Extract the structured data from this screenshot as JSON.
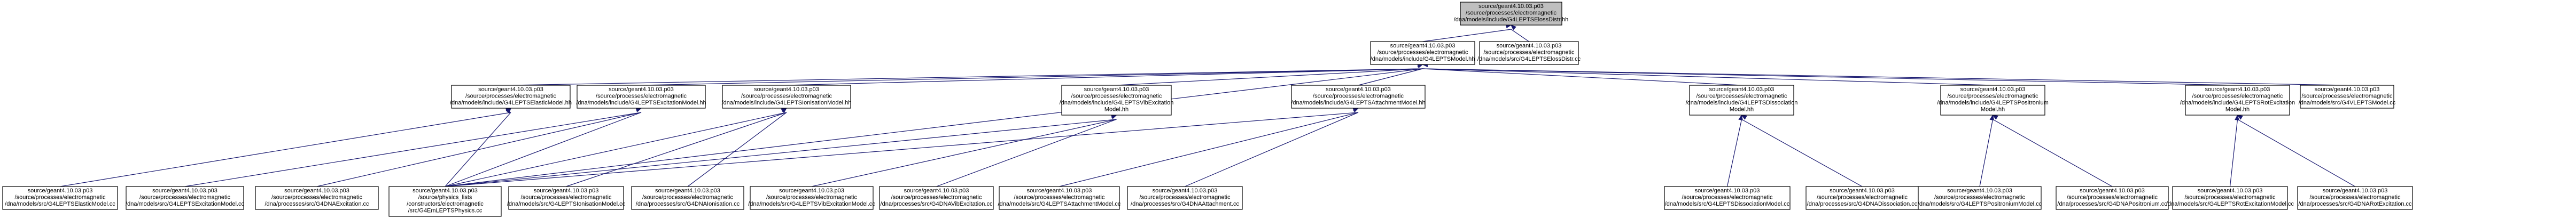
{
  "diagram": {
    "type": "include-dependency-graph",
    "colors": {
      "edge": "#191970",
      "node_border": "#000000",
      "node_fill": "#ffffff",
      "root_fill": "#bfbfbf"
    },
    "nodes": [
      {
        "id": "n0",
        "level": 0,
        "lines": [
          "source/geant4.10.03.p03",
          "/source/processes/electromagnetic",
          "/dna/models/include/G4LEPTSElossDistr.hh"
        ]
      },
      {
        "id": "n1",
        "level": 1,
        "lines": [
          "source/geant4.10.03.p03",
          "/source/processes/electromagnetic",
          "/dna/models/include/G4LEPTSModel.hh"
        ]
      },
      {
        "id": "n2",
        "level": 1,
        "lines": [
          "source/geant4.10.03.p03",
          "/source/processes/electromagnetic",
          "/dna/models/src/G4LEPTSElossDistr.cc"
        ]
      },
      {
        "id": "n3",
        "level": 2,
        "lines": [
          "source/geant4.10.03.p03",
          "/source/processes/electromagnetic",
          "/dna/models/include/G4LEPTSElasticModel.hh"
        ]
      },
      {
        "id": "n4",
        "level": 2,
        "lines": [
          "source/geant4.10.03.p03",
          "/source/processes/electromagnetic",
          "/dna/models/include/G4LEPTSExcitationModel.hh"
        ]
      },
      {
        "id": "n5",
        "level": 2,
        "lines": [
          "source/geant4.10.03.p03",
          "/source/processes/electromagnetic",
          "/dna/models/include/G4LEPTSIonisationModel.hh"
        ]
      },
      {
        "id": "n6",
        "level": 2,
        "lines": [
          "source/geant4.10.03.p03",
          "/source/processes/electromagnetic",
          "/dna/models/include/G4LEPTSVibExcitation",
          "Model.hh"
        ]
      },
      {
        "id": "n7",
        "level": 2,
        "lines": [
          "source/geant4.10.03.p03",
          "/source/processes/electromagnetic",
          "/dna/models/include/G4LEPTSAttachmentModel.hh"
        ]
      },
      {
        "id": "n8",
        "level": 2,
        "lines": [
          "source/geant4.10.03.p03",
          "/source/processes/electromagnetic",
          "/dna/models/include/G4LEPTSDissociation",
          "Model.hh"
        ]
      },
      {
        "id": "n9",
        "level": 2,
        "lines": [
          "source/geant4.10.03.p03",
          "/source/processes/electromagnetic",
          "/dna/models/include/G4LEPTSPositronium",
          "Model.hh"
        ]
      },
      {
        "id": "n10",
        "level": 2,
        "lines": [
          "source/geant4.10.03.p03",
          "/source/processes/electromagnetic",
          "/dna/models/include/G4LEPTSRotExcitation",
          "Model.hh"
        ]
      },
      {
        "id": "n11",
        "level": 2,
        "lines": [
          "source/geant4.10.03.p03",
          "/source/processes/electromagnetic",
          "/dna/models/src/G4VLEPTSModel.cc"
        ]
      },
      {
        "id": "n12",
        "level": 3,
        "lines": [
          "source/geant4.10.03.p03",
          "/source/processes/electromagnetic",
          "/dna/models/src/G4LEPTSElasticModel.cc"
        ]
      },
      {
        "id": "n13",
        "level": 3,
        "lines": [
          "source/geant4.10.03.p03",
          "/source/processes/electromagnetic",
          "/dna/models/src/G4LEPTSExcitationModel.cc"
        ]
      },
      {
        "id": "n14",
        "level": 3,
        "lines": [
          "source/geant4.10.03.p03",
          "/source/processes/electromagnetic",
          "/dna/processes/src/G4DNAExcitation.cc"
        ]
      },
      {
        "id": "n15",
        "level": 3,
        "lines": [
          "source/geant4.10.03.p03",
          "/source/physics_lists",
          "/constructors/electromagnetic",
          "/src/G4EmLEPTSPhysics.cc"
        ]
      },
      {
        "id": "n16",
        "level": 3,
        "lines": [
          "source/geant4.10.03.p03",
          "/source/processes/electromagnetic",
          "/dna/models/src/G4LEPTSIonisationModel.cc"
        ]
      },
      {
        "id": "n17",
        "level": 3,
        "lines": [
          "source/geant4.10.03.p03",
          "/source/processes/electromagnetic",
          "/dna/processes/src/G4DNAIonisation.cc"
        ]
      },
      {
        "id": "n18",
        "level": 3,
        "lines": [
          "source/geant4.10.03.p03",
          "/source/processes/electromagnetic",
          "/dna/models/src/G4LEPTSVibExcitationModel.cc"
        ]
      },
      {
        "id": "n19",
        "level": 3,
        "lines": [
          "source/geant4.10.03.p03",
          "/source/processes/electromagnetic",
          "/dna/processes/src/G4DNAVibExcitation.cc"
        ]
      },
      {
        "id": "n20",
        "level": 3,
        "lines": [
          "source/geant4.10.03.p03",
          "/source/processes/electromagnetic",
          "/dna/models/src/G4LEPTSAttachmentModel.cc"
        ]
      },
      {
        "id": "n21",
        "level": 3,
        "lines": [
          "source/geant4.10.03.p03",
          "/source/processes/electromagnetic",
          "/dna/processes/src/G4DNAAttachment.cc"
        ]
      },
      {
        "id": "n22",
        "level": 3,
        "lines": [
          "source/geant4.10.03.p03",
          "/source/processes/electromagnetic",
          "/dna/models/src/G4LEPTSDissociationModel.cc"
        ]
      },
      {
        "id": "n23",
        "level": 3,
        "lines": [
          "source/geant4.10.03.p03",
          "/source/processes/electromagnetic",
          "/dna/processes/src/G4DNADissociation.cc"
        ]
      },
      {
        "id": "n24",
        "level": 3,
        "lines": [
          "source/geant4.10.03.p03",
          "/source/processes/electromagnetic",
          "/dna/models/src/G4LEPTSPositroniumModel.cc"
        ]
      },
      {
        "id": "n25",
        "level": 3,
        "lines": [
          "source/geant4.10.03.p03",
          "/source/processes/electromagnetic",
          "/dna/processes/src/G4DNAPositronium.cc"
        ]
      },
      {
        "id": "n26",
        "level": 3,
        "lines": [
          "source/geant4.10.03.p03",
          "/source/processes/electromagnetic",
          "/dna/models/src/G4LEPTSRotExcitationModel.cc"
        ]
      },
      {
        "id": "n27",
        "level": 3,
        "lines": [
          "source/geant4.10.03.p03",
          "/source/processes/electromagnetic",
          "/dna/processes/src/G4DNARotExcitation.cc"
        ]
      }
    ],
    "edges": [
      [
        "n0",
        "n1"
      ],
      [
        "n0",
        "n2"
      ],
      [
        "n1",
        "n3"
      ],
      [
        "n1",
        "n4"
      ],
      [
        "n1",
        "n5"
      ],
      [
        "n1",
        "n6"
      ],
      [
        "n1",
        "n7"
      ],
      [
        "n1",
        "n8"
      ],
      [
        "n1",
        "n9"
      ],
      [
        "n1",
        "n10"
      ],
      [
        "n1",
        "n11"
      ],
      [
        "n1",
        "n15"
      ],
      [
        "n3",
        "n12"
      ],
      [
        "n3",
        "n15"
      ],
      [
        "n4",
        "n13"
      ],
      [
        "n4",
        "n14"
      ],
      [
        "n4",
        "n15"
      ],
      [
        "n5",
        "n16"
      ],
      [
        "n5",
        "n17"
      ],
      [
        "n5",
        "n15"
      ],
      [
        "n6",
        "n18"
      ],
      [
        "n6",
        "n19"
      ],
      [
        "n6",
        "n15"
      ],
      [
        "n7",
        "n20"
      ],
      [
        "n7",
        "n21"
      ],
      [
        "n7",
        "n15"
      ],
      [
        "n8",
        "n22"
      ],
      [
        "n8",
        "n23"
      ],
      [
        "n9",
        "n24"
      ],
      [
        "n9",
        "n25"
      ],
      [
        "n10",
        "n26"
      ],
      [
        "n10",
        "n27"
      ]
    ]
  }
}
